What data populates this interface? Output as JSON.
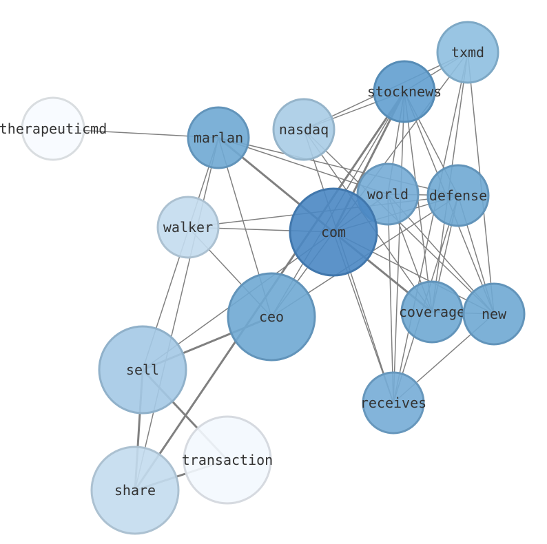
{
  "chart_data": {
    "type": "network",
    "nodes": [
      {
        "id": "therapeuticmd",
        "label": "therapeuticmd",
        "color": "#f7fbff"
      },
      {
        "id": "marlan",
        "label": "marlan",
        "color": "#6fa8d3"
      },
      {
        "id": "nasdaq",
        "label": "nasdaq",
        "color": "#a9cce5"
      },
      {
        "id": "stocknews",
        "label": "stocknews",
        "color": "#629fcf"
      },
      {
        "id": "txmd",
        "label": "txmd",
        "color": "#8ebfe0"
      },
      {
        "id": "world",
        "label": "world",
        "color": "#75acd6"
      },
      {
        "id": "defense",
        "label": "defense",
        "color": "#6fa8d3"
      },
      {
        "id": "walker",
        "label": "walker",
        "color": "#c3dbee"
      },
      {
        "id": "com",
        "label": "com",
        "color": "#4a87c3"
      },
      {
        "id": "ceo",
        "label": "ceo",
        "color": "#6fa8d3"
      },
      {
        "id": "coverage",
        "label": "coverage",
        "color": "#6fa8d3"
      },
      {
        "id": "new",
        "label": "new",
        "color": "#6fa8d3"
      },
      {
        "id": "sell",
        "label": "sell",
        "color": "#a4c9e5"
      },
      {
        "id": "receives",
        "label": "receives",
        "color": "#75acd6"
      },
      {
        "id": "transaction",
        "label": "transaction",
        "color": "#f3f8fe"
      },
      {
        "id": "share",
        "label": "share",
        "color": "#c3dbee"
      }
    ],
    "edges": [
      {
        "source": "therapeuticmd",
        "target": "marlan",
        "weight": 1
      },
      {
        "source": "marlan",
        "target": "com",
        "weight": 2
      },
      {
        "source": "marlan",
        "target": "world",
        "weight": 1
      },
      {
        "source": "marlan",
        "target": "defense",
        "weight": 1
      },
      {
        "source": "marlan",
        "target": "ceo",
        "weight": 1
      },
      {
        "source": "marlan",
        "target": "sell",
        "weight": 1
      },
      {
        "source": "marlan",
        "target": "share",
        "weight": 1
      },
      {
        "source": "nasdaq",
        "target": "txmd",
        "weight": 1
      },
      {
        "source": "nasdaq",
        "target": "stocknews",
        "weight": 1
      },
      {
        "source": "nasdaq",
        "target": "coverage",
        "weight": 1
      },
      {
        "source": "nasdaq",
        "target": "receives",
        "weight": 1
      },
      {
        "source": "nasdaq",
        "target": "new",
        "weight": 1
      },
      {
        "source": "stocknews",
        "target": "com",
        "weight": 2
      },
      {
        "source": "stocknews",
        "target": "ceo",
        "weight": 1
      },
      {
        "source": "stocknews",
        "target": "coverage",
        "weight": 1
      },
      {
        "source": "stocknews",
        "target": "new",
        "weight": 1
      },
      {
        "source": "stocknews",
        "target": "receives",
        "weight": 1
      },
      {
        "source": "stocknews",
        "target": "defense",
        "weight": 1
      },
      {
        "source": "stocknews",
        "target": "world",
        "weight": 1
      },
      {
        "source": "stocknews",
        "target": "share",
        "weight": 2
      },
      {
        "source": "txmd",
        "target": "com",
        "weight": 1
      },
      {
        "source": "txmd",
        "target": "coverage",
        "weight": 1
      },
      {
        "source": "txmd",
        "target": "new",
        "weight": 1
      },
      {
        "source": "txmd",
        "target": "receives",
        "weight": 1
      },
      {
        "source": "txmd",
        "target": "stocknews",
        "weight": 1
      },
      {
        "source": "world",
        "target": "com",
        "weight": 1
      },
      {
        "source": "world",
        "target": "defense",
        "weight": 1
      },
      {
        "source": "world",
        "target": "coverage",
        "weight": 1
      },
      {
        "source": "world",
        "target": "new",
        "weight": 1
      },
      {
        "source": "world",
        "target": "receives",
        "weight": 1
      },
      {
        "source": "defense",
        "target": "com",
        "weight": 1
      },
      {
        "source": "defense",
        "target": "coverage",
        "weight": 1
      },
      {
        "source": "defense",
        "target": "new",
        "weight": 1
      },
      {
        "source": "defense",
        "target": "receives",
        "weight": 1
      },
      {
        "source": "defense",
        "target": "ceo",
        "weight": 1
      },
      {
        "source": "walker",
        "target": "com",
        "weight": 1
      },
      {
        "source": "walker",
        "target": "defense",
        "weight": 1
      },
      {
        "source": "walker",
        "target": "ceo",
        "weight": 1
      },
      {
        "source": "com",
        "target": "ceo",
        "weight": 1
      },
      {
        "source": "com",
        "target": "coverage",
        "weight": 2
      },
      {
        "source": "com",
        "target": "new",
        "weight": 1
      },
      {
        "source": "com",
        "target": "receives",
        "weight": 1
      },
      {
        "source": "com",
        "target": "sell",
        "weight": 1
      },
      {
        "source": "ceo",
        "target": "sell",
        "weight": 2
      },
      {
        "source": "coverage",
        "target": "new",
        "weight": 1
      },
      {
        "source": "receives",
        "target": "new",
        "weight": 1
      },
      {
        "source": "sell",
        "target": "share",
        "weight": 2
      },
      {
        "source": "sell",
        "target": "transaction",
        "weight": 2
      },
      {
        "source": "share",
        "target": "transaction",
        "weight": 2
      }
    ]
  }
}
